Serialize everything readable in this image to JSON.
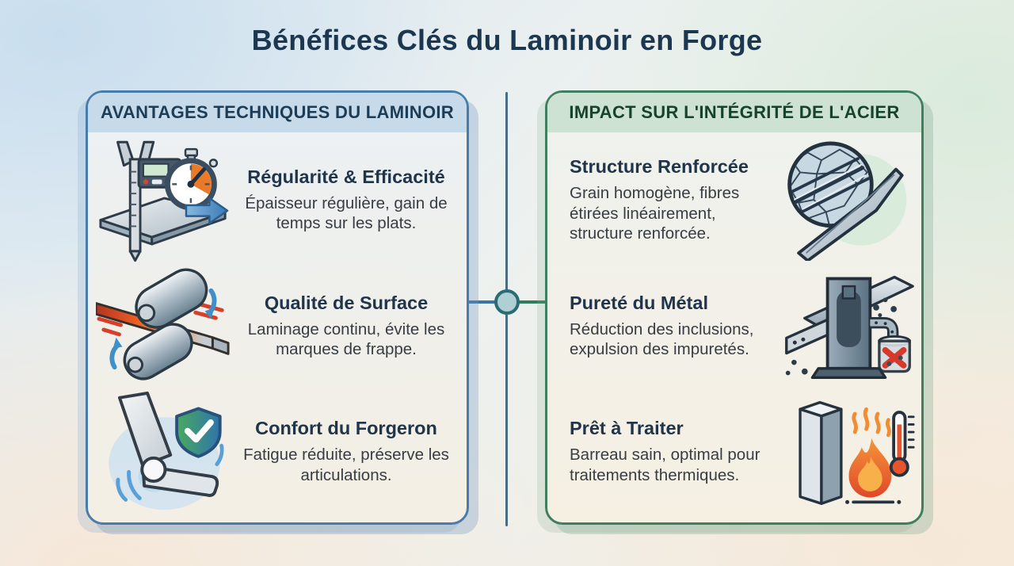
{
  "title": "Bénéfices Clés du Laminoir en Forge",
  "colors": {
    "title_text": "#1c3850",
    "left_accent": "#4a7cab",
    "left_header_bg": "#c7daea",
    "left_header_text": "#1d3c55",
    "right_accent": "#3e7f60",
    "right_header_bg": "#cde2d3",
    "right_header_text": "#17422e",
    "item_heading_text": "#20344a",
    "item_body_text": "#373d43",
    "divider_line": "#4b6d83",
    "connector_left": "#3c74a6",
    "connector_right": "#2e7d5c",
    "node_fill": "#aecfd3",
    "node_stroke": "#2d6b74"
  },
  "left_panel": {
    "header": "AVANTAGES TECHNIQUES DU LAMINOIR",
    "items": [
      {
        "icon": "caliper-stopwatch-icon",
        "heading": "Régularité & Efficacité",
        "body": "Épaisseur régulière, gain de temps sur les plats."
      },
      {
        "icon": "rolling-mill-icon",
        "heading": "Qualité de Surface",
        "body": "Laminage continu, évite les marques de frappe."
      },
      {
        "icon": "elbow-shield-icon",
        "heading": "Confort du Forgeron",
        "body": "Fatigue réduite, préserve les articulations."
      }
    ]
  },
  "right_panel": {
    "header": "IMPACT SUR L'INTÉGRITÉ DE L'ACIER",
    "items": [
      {
        "icon": "grain-structure-icon",
        "heading": "Structure Renforcée",
        "body": "Grain homogène, fibres étirées linéairement, structure renforcée."
      },
      {
        "icon": "purity-machine-icon",
        "heading": "Pureté du Métal",
        "body": "Réduction des inclusions, expulsion des impuretés."
      },
      {
        "icon": "heat-treatment-icon",
        "heading": "Prêt à Traiter",
        "body": "Barreau sain, optimal pour traitements thermiques."
      }
    ]
  }
}
